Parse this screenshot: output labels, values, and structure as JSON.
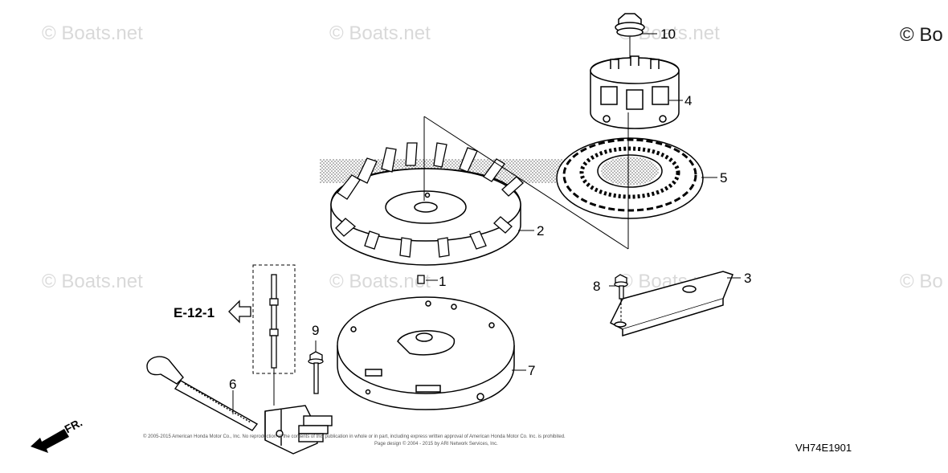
{
  "watermarks": [
    "© Boats.net",
    "© Boats.net",
    "© Boats.net",
    "© Bo",
    "© Boats.net",
    "© Boats.net",
    "© Boats.net",
    "© Bo"
  ],
  "parts": [
    {
      "id": "1",
      "label": "1"
    },
    {
      "id": "2",
      "label": "2"
    },
    {
      "id": "3",
      "label": "3"
    },
    {
      "id": "4",
      "label": "4"
    },
    {
      "id": "5",
      "label": "5"
    },
    {
      "id": "6",
      "label": "6"
    },
    {
      "id": "7",
      "label": "7"
    },
    {
      "id": "8",
      "label": "8"
    },
    {
      "id": "9",
      "label": "9"
    },
    {
      "id": "10",
      "label": "10"
    }
  ],
  "reference": "E-12-1",
  "direction": "FR.",
  "copyright_line1": "© 2005-2015 American Honda Motor Co., Inc. No reproduction of the contents of this publication in whole or in part, including express written approval of American Honda Motor Co. Inc. is prohibited.",
  "copyright_line2": "Page design © 2004 - 2015 by ARI Network Services, Inc.",
  "diagram_code": "VH74E1901"
}
